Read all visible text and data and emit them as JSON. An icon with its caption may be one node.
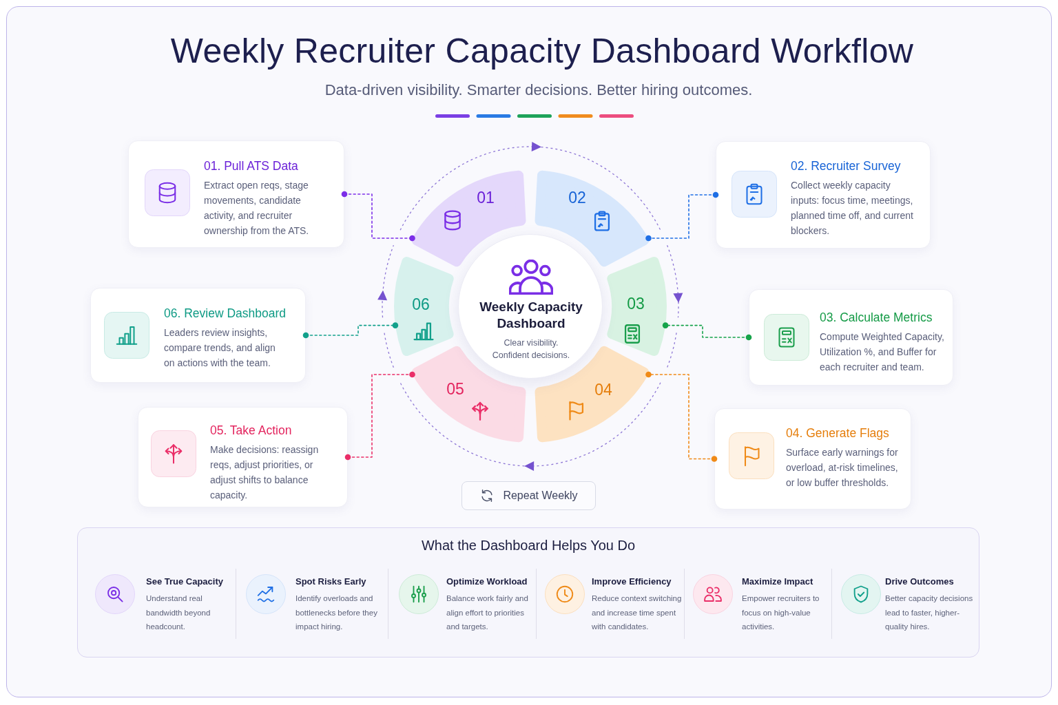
{
  "diagram": {
    "title": "Weekly Recruiter Capacity Dashboard Workflow",
    "nodes": [
      {
        "text": [
          "01. Pull ATS Data",
          "Extract open reqs, stage movements, candidate activity, and recruiter ownership from the ATS."
        ]
      },
      {
        "text": [
          "02. Recruiter Survey",
          "Collect weekly capacity inputs: focus time, meetings, planned time off, and current blockers."
        ]
      },
      {
        "text": [
          "03. Calculate Metrics",
          "Compute Weighted Capacity, Utilization %, and Buffer for each recruiter and team."
        ]
      },
      {
        "text": [
          "04. Generate Flags",
          "Surface early warnings for overload, at-risk timelines, or low buffer thresholds."
        ]
      },
      {
        "text": [
          "05. Take Action",
          "Make decisions: reassign reqs, adjust priorities, or adjust shifts to balance capacity."
        ]
      },
      {
        "text": [
          "06. Review Dashboard",
          "Leaders review insights, compare trends, and align on actions with the team."
        ]
      },
      {
        "text": [
          "01"
        ]
      },
      {
        "text": [
          "02"
        ]
      },
      {
        "text": [
          "03"
        ]
      },
      {
        "text": [
          "04"
        ]
      },
      {
        "text": [
          "05"
        ]
      },
      {
        "text": [
          "06"
        ]
      },
      {
        "text": [
          "Weekly Capacity Dashboard",
          "Clear visibility. Confident decisions."
        ]
      },
      {
        "text": [
          "Repeat Weekly"
        ]
      },
      {
        "text": [
          "What the Dashboard Helps You Do"
        ]
      },
      {
        "text": [
          "See True Capacity",
          "Understand real bandwidth beyond headcount."
        ],
        "in": 14
      },
      {
        "text": [
          "Spot Risks Early",
          "Identify overloads and bottlenecks before they impact hiring."
        ],
        "in": 14
      },
      {
        "text": [
          "Optimize Workload",
          "Balance work fairly and align effort to priorities and targets."
        ],
        "in": 14
      },
      {
        "text": [
          "Improve Efficiency",
          "Reduce context switching and increase time spent with candidates."
        ],
        "in": 14
      },
      {
        "text": [
          "Maximize Impact",
          "Empower recruiters to focus on high-value activities."
        ],
        "in": 14
      },
      {
        "text": [
          "Drive Outcomes",
          "Better capacity decisions lead to faster, higher-quality hires."
        ],
        "in": 14
      }
    ],
    "edges": [
      {
        "from": 0,
        "to": 6,
        "arrow": "other",
        "style": "dashed",
        "color": "#7c2ee8"
      },
      {
        "from": 1,
        "to": 7,
        "arrow": "other",
        "style": "dashed",
        "color": "#1f6fe5"
      },
      {
        "from": 2,
        "to": 8,
        "arrow": "other",
        "style": "dashed",
        "color": "#16a34a"
      },
      {
        "from": 3,
        "to": 9,
        "arrow": "other",
        "style": "dashed",
        "color": "#f08a17"
      },
      {
        "from": 4,
        "to": 10,
        "arrow": "other",
        "style": "dashed",
        "color": "#ea2e68"
      },
      {
        "from": 5,
        "to": 11,
        "arrow": "other",
        "style": "dashed",
        "color": "#12a08b"
      }
    ],
    "labels": [
      "Data-driven visibility. Smarter decisions. Better hiring outcomes."
    ]
  }
}
